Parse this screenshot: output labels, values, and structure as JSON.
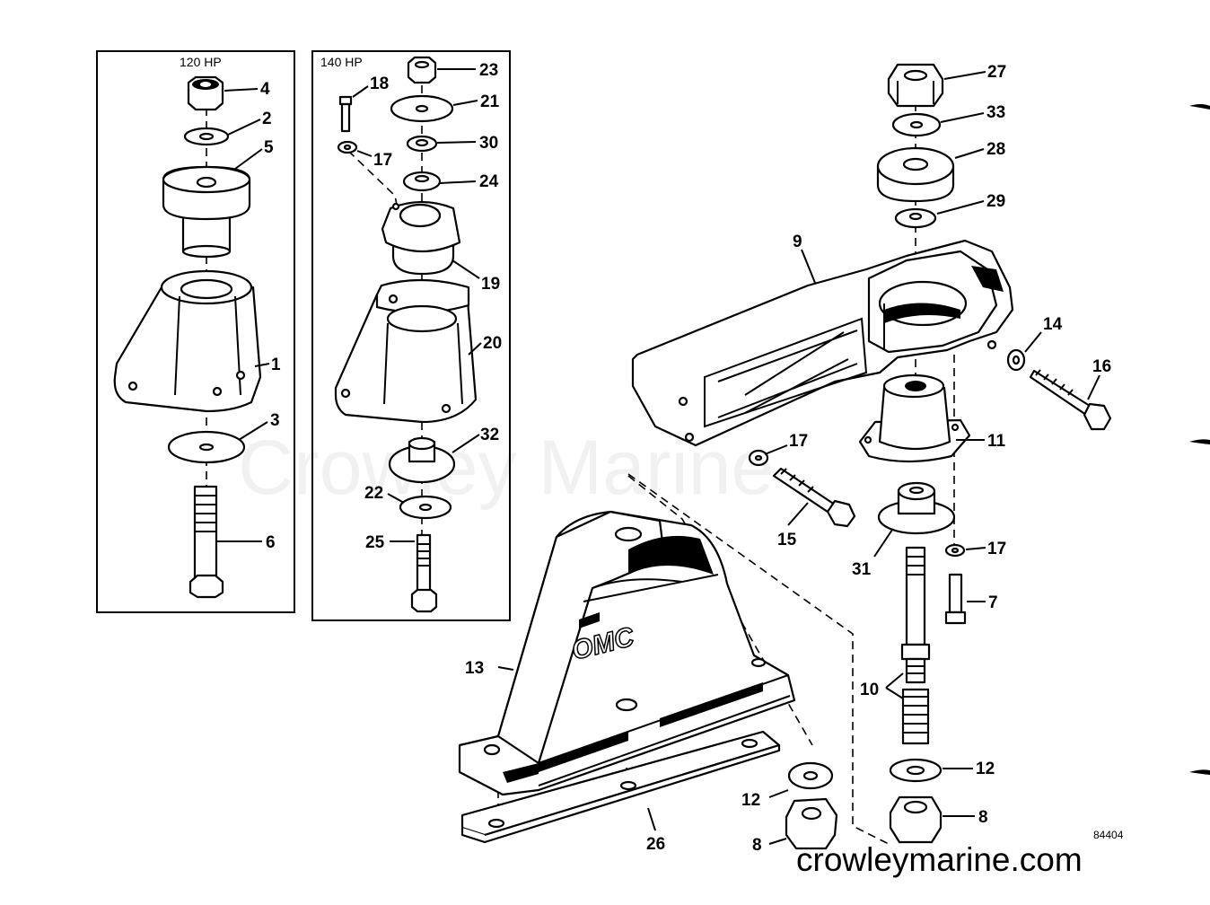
{
  "panels": {
    "left_title": "120 HP",
    "right_title": "140 HP"
  },
  "labels": {
    "p1": "1",
    "p2": "2",
    "p3": "3",
    "p4": "4",
    "p5": "5",
    "p6": "6",
    "p7": "7",
    "p8a": "8",
    "p8b": "8",
    "p9": "9",
    "p10": "10",
    "p11": "11",
    "p12a": "12",
    "p12b": "12",
    "p13": "13",
    "p14": "14",
    "p15": "15",
    "p16": "16",
    "p17a": "17",
    "p17b": "17",
    "p17c": "17",
    "p18": "18",
    "p19": "19",
    "p20": "20",
    "p21": "21",
    "p22": "22",
    "p23": "23",
    "p24": "24",
    "p25": "25",
    "p26": "26",
    "p27": "27",
    "p28": "28",
    "p29": "29",
    "p30": "30",
    "p31": "31",
    "p32": "32",
    "p33": "33"
  },
  "logo_text": "OMC",
  "diagram_code": "84404",
  "watermark": "Crowley Marine",
  "footer_url": "crowleymarine.com"
}
